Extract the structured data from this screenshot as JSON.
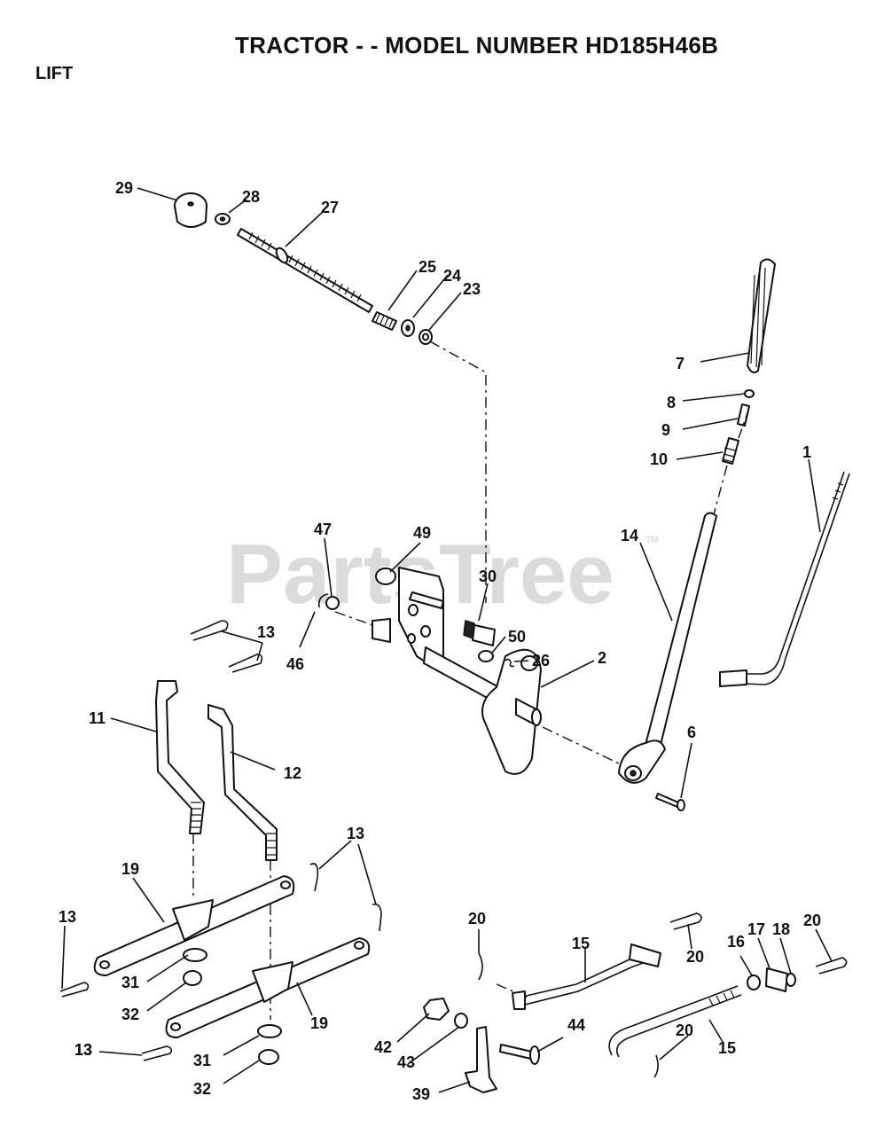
{
  "title": "TRACTOR - - MODEL NUMBER HD185H46B",
  "section": "LIFT",
  "watermark": "PartsTree",
  "watermark_tm": "TM",
  "callouts": [
    "29",
    "28",
    "27",
    "25",
    "24",
    "23",
    "7",
    "8",
    "9",
    "10",
    "1",
    "14",
    "47",
    "49",
    "30",
    "50",
    "26",
    "2",
    "13",
    "46",
    "11",
    "12",
    "6",
    "13",
    "19",
    "13",
    "13",
    "31",
    "32",
    "19",
    "20",
    "15",
    "20",
    "16",
    "17",
    "18",
    "20",
    "42",
    "43",
    "44",
    "20",
    "15",
    "31",
    "13",
    "32",
    "39"
  ]
}
